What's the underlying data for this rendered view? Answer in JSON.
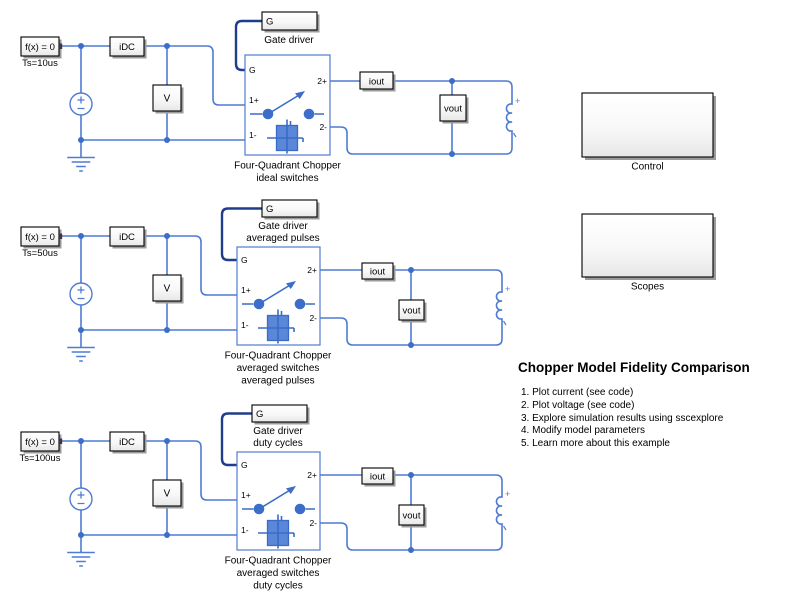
{
  "colors": {
    "wire": "#4f7bd3",
    "junction": "#3c6dc9",
    "gate_signal": "#1f3d8c",
    "icon_fill": "#5b87d8",
    "icon_stroke": "#3a6bc8",
    "load_label": "#5d7fc4",
    "block_border": "#000000",
    "shadow": "#9b9b9b",
    "text": "#000000"
  },
  "ports": {
    "gate": "G",
    "in_plus": "1+",
    "in_minus": "1-",
    "out_plus": "2+",
    "out_minus": "2-",
    "load_plus": "+"
  },
  "rows": [
    {
      "solver": "f(x) = 0",
      "sample_time": "Ts=10us",
      "dc_current_sensor": "iDC",
      "dc_voltage_sensor": "V",
      "gate_driver_port": "G",
      "gate_driver_label": [
        "Gate driver"
      ],
      "chopper_label": [
        "Four-Quadrant Chopper",
        "ideal switches"
      ],
      "out_current_sensor": "iout",
      "out_voltage_sensor": "vout"
    },
    {
      "solver": "f(x) = 0",
      "sample_time": "Ts=50us",
      "dc_current_sensor": "iDC",
      "dc_voltage_sensor": "V",
      "gate_driver_port": "G",
      "gate_driver_label": [
        "Gate driver",
        "averaged pulses"
      ],
      "chopper_label": [
        "Four-Quadrant Chopper",
        "averaged switches",
        "averaged pulses"
      ],
      "out_current_sensor": "iout",
      "out_voltage_sensor": "vout"
    },
    {
      "solver": "f(x) = 0",
      "sample_time": "Ts=100us",
      "dc_current_sensor": "iDC",
      "dc_voltage_sensor": "V",
      "gate_driver_port": "G",
      "gate_driver_label": [
        "Gate driver",
        "duty cycles"
      ],
      "chopper_label": [
        "Four-Quadrant Chopper",
        "averaged switches",
        "duty cycles"
      ],
      "out_current_sensor": "iout",
      "out_voltage_sensor": "vout"
    }
  ],
  "subsystems": {
    "control": "Control",
    "scopes": "Scopes"
  },
  "annotation": {
    "title": "Chopper Model Fidelity Comparison",
    "items": [
      "1. Plot current (see code)",
      "2. Plot voltage (see code)",
      "3. Explore simulation results using sscexplore",
      "4. Modify model parameters",
      "5. Learn more about this example"
    ]
  }
}
